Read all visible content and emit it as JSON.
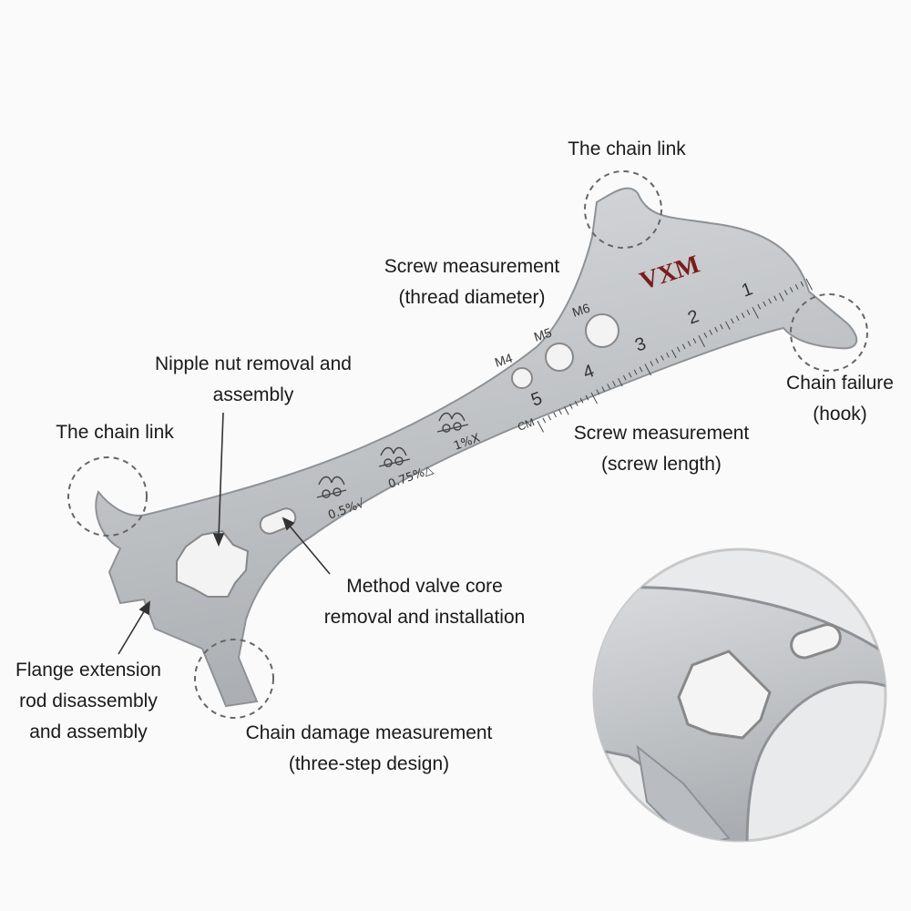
{
  "brand": "VXM",
  "colors": {
    "background": "#fafafa",
    "steel": "#c4c7ca",
    "brand": "#7a1c1c",
    "text": "#1a1a1a"
  },
  "ruler": {
    "numbers": [
      "1",
      "2",
      "3",
      "4",
      "5"
    ],
    "unit": "CM"
  },
  "screw_sizes": [
    "M4",
    "M5",
    "M6"
  ],
  "wear_marks": [
    "0.5%√",
    "0.75%△",
    "1%X"
  ],
  "labels": {
    "chain_link_top": "The chain link",
    "screw_diameter": {
      "line1": "Screw measurement",
      "line2": "(thread diameter)"
    },
    "nipple": {
      "line1": "Nipple nut removal and",
      "line2": "assembly"
    },
    "chain_link_left": "The chain link",
    "chain_failure": {
      "line1": "Chain failure",
      "line2": "(hook)"
    },
    "screw_length": {
      "line1": "Screw measurement",
      "line2": "(screw length)"
    },
    "valve": {
      "line1": "Method valve core",
      "line2": "removal and installation"
    },
    "flange": {
      "line1": "Flange extension",
      "line2": "rod disassembly",
      "line3": "and assembly"
    },
    "chain_damage": {
      "line1": "Chain damage measurement",
      "line2": "(three-step design)"
    }
  }
}
